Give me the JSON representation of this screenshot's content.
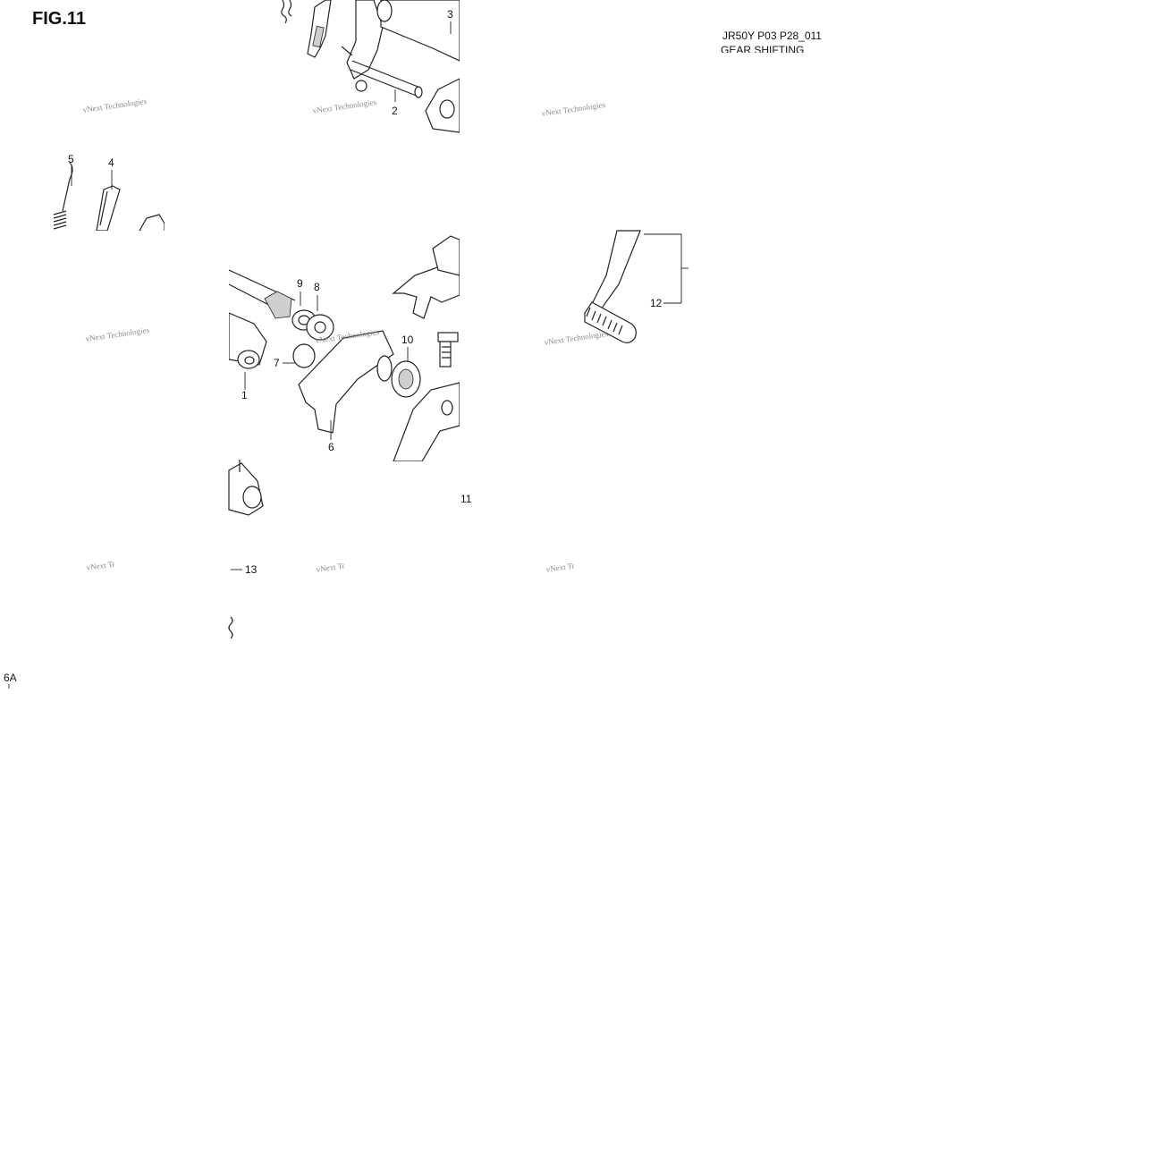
{
  "figure": {
    "title": "FIG.11",
    "code": "JR50Y P03 P28_011",
    "subtitle": "GEAR SHIFTING",
    "page_ref": "6A"
  },
  "watermark": {
    "text": "vNext Technologies"
  },
  "callouts": [
    "1",
    "2",
    "3",
    "4",
    "5",
    "6",
    "7",
    "8",
    "9",
    "10",
    "11",
    "12",
    "13"
  ]
}
